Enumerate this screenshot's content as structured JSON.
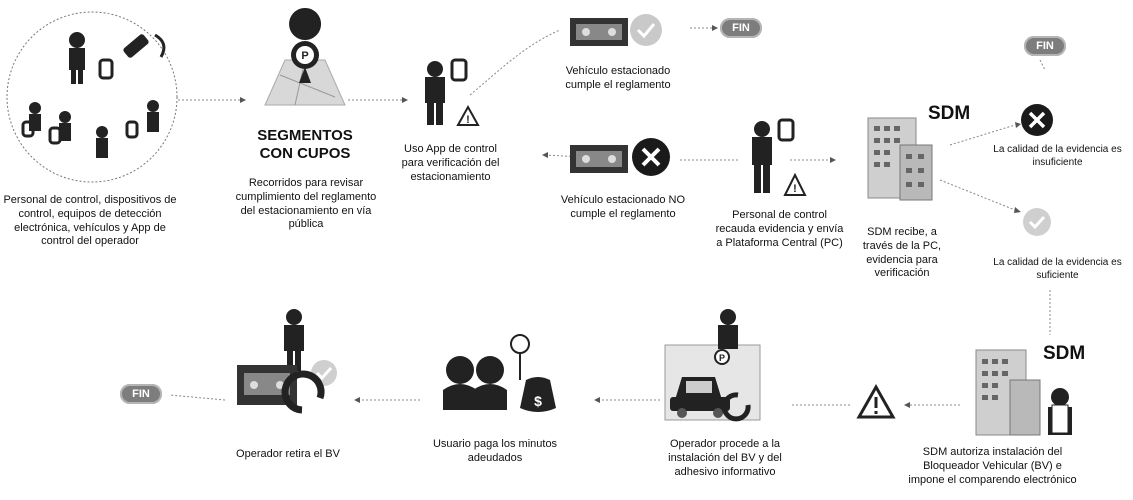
{
  "nodes": {
    "resources": {
      "label": "Personal de control, dispositivos de control, equipos de detección electrónica, vehículos y App de control del operador"
    },
    "segments": {
      "title": "SEGMENTOS CON CUPOS",
      "label": "Recorridos para revisar cumplimiento del reglamento del estacionamiento en vía pública"
    },
    "app": {
      "label": "Uso App de control para verificación del estacionamiento"
    },
    "complies": {
      "label": "Vehículo estacionado cumple el reglamento"
    },
    "not_complies": {
      "label": "Vehículo estacionado NO cumple el reglamento"
    },
    "evidence": {
      "label": "Personal de control recauda evidencia y envía a Plataforma Central (PC)"
    },
    "sdm_receives": {
      "badge": "SDM",
      "label": "SDM recibe, a través de la PC, evidencia para verificación"
    },
    "insufficient": {
      "label": "La calidad de la evidencia es insuficiente"
    },
    "sufficient": {
      "label": "La calidad de la evidencia es suficiente"
    },
    "sdm_authorizes": {
      "badge": "SDM",
      "label": "SDM autoriza instalación del Bloqueador Vehicular (BV) e impone el comparendo electrónico"
    },
    "install": {
      "label": "Operador procede a la instalación del BV y del adhesivo informativo"
    },
    "payment": {
      "label": "Usuario paga los minutos adeudados"
    },
    "remove": {
      "label": "Operador retira el BV"
    }
  },
  "fin_labels": [
    "FIN",
    "FIN",
    "FIN"
  ]
}
